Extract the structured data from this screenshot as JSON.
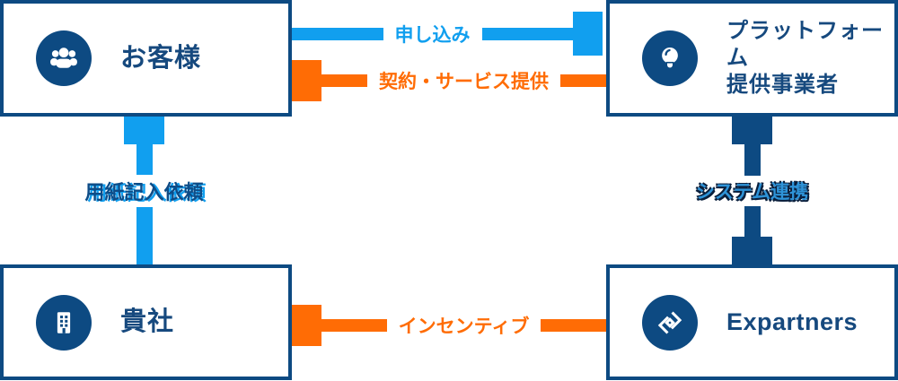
{
  "colors": {
    "navy": "#0D4A82",
    "light_blue": "#119FEF",
    "orange": "#FF6C05",
    "text_navy": "#16497E",
    "background": "#FFFFFF"
  },
  "nodes": {
    "customer": {
      "label": "お客様",
      "icon": "people-icon"
    },
    "platform": {
      "label_line1": "プラットフォーム",
      "label_line2": "提供事業者",
      "icon": "lightbulb-icon"
    },
    "company": {
      "label": "貴社",
      "icon": "building-icon"
    },
    "expartners": {
      "label": "Expartners",
      "icon": "expartners-logo-icon"
    }
  },
  "arrows": {
    "application": {
      "label": "申し込み",
      "direction": "right",
      "color": "#119FEF"
    },
    "contract_service": {
      "label": "契約・サービス提供",
      "direction": "left",
      "color": "#FF6C05"
    },
    "form_request": {
      "label": "用紙記入依頼",
      "direction": "up",
      "color": "#119FEF"
    },
    "system_link": {
      "label": "システム連携",
      "direction": "vertical-both",
      "color": "#0D4A82"
    },
    "incentive": {
      "label": "インセンティブ",
      "direction": "left",
      "color": "#FF6C05"
    }
  }
}
